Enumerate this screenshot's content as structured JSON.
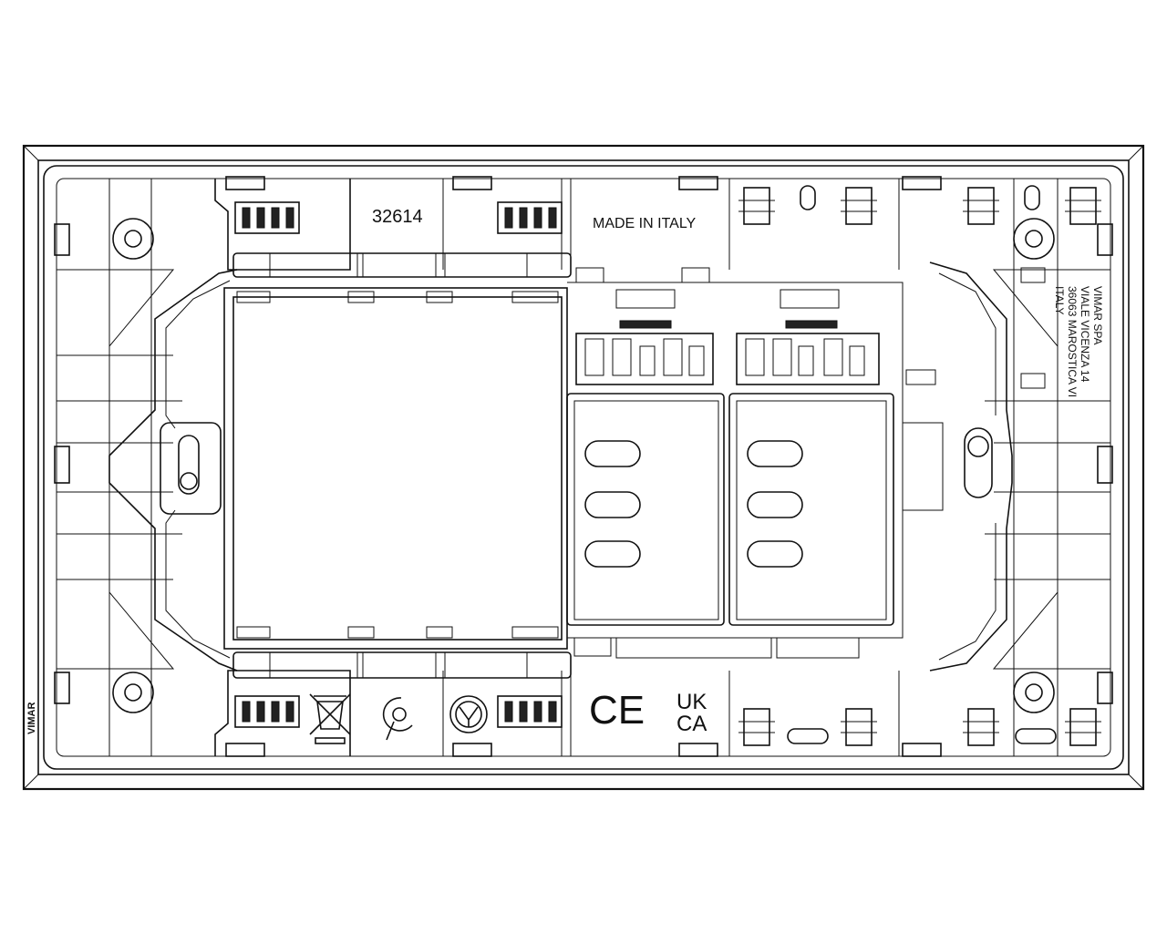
{
  "part_number": "32614",
  "origin_label": "MADE IN ITALY",
  "brand_edge_mark": "VIMAR",
  "manufacturer": {
    "line1": "VIMAR SPA",
    "line2": "VIALE VICENZA 14",
    "line3": "36063 MAROSTICA VI",
    "line4": "ITALY"
  },
  "marks": {
    "ce": "CE",
    "ukca_top": "UK",
    "ukca_bottom": "CA"
  },
  "colors": {
    "line": "#111111",
    "background": "#ffffff"
  }
}
